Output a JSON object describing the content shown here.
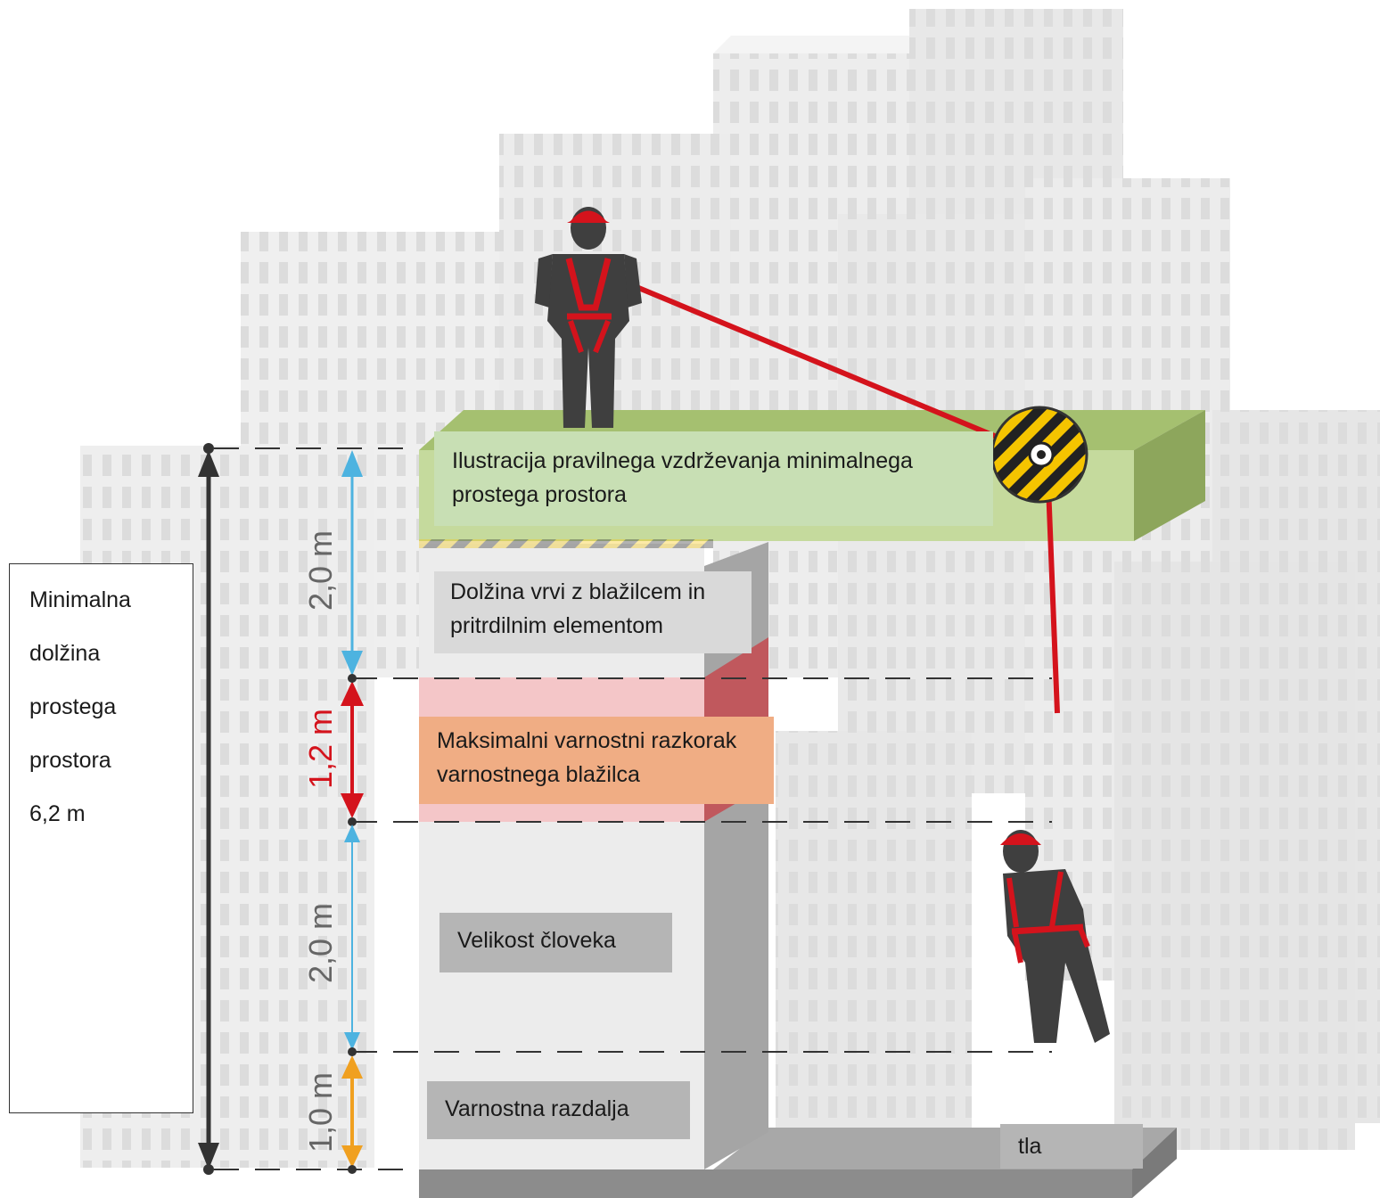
{
  "top_header": {
    "text": ""
  },
  "dimensions": {
    "lanyard_length": "2,0 m",
    "deceleration": "1,2 m",
    "person_height": "2,0 m",
    "safety_distance": "1,0 m"
  },
  "labels": {
    "title": "Ilustracija pravilnega vzdrževanja minimalnega prostega prostora",
    "lanyard": "Dolžina vrvi z blažilcem in pritrdilnim elementom",
    "deployment": "Maksimalni varnostni razkorak varnostnega blažilca",
    "person": "Velikost človeka",
    "safety": "Varnostna razdalja",
    "ground": "tla"
  },
  "side_box": {
    "lines": [
      "Minimalna",
      "dolžina",
      "prostega",
      "prostora",
      "6,2 m"
    ]
  },
  "colors": {
    "roof": "#b7d08a",
    "deploy_zone": "#f4c6c8",
    "lanyard_arrow": "#4db3e0",
    "deploy_arrow": "#d4131c",
    "safety_arrow": "#f0a020",
    "total_arrow": "#333333",
    "rope": "#d4131c"
  },
  "icons": [
    "worker-standing-icon",
    "worker-falling-icon",
    "anchor-device-icon"
  ]
}
